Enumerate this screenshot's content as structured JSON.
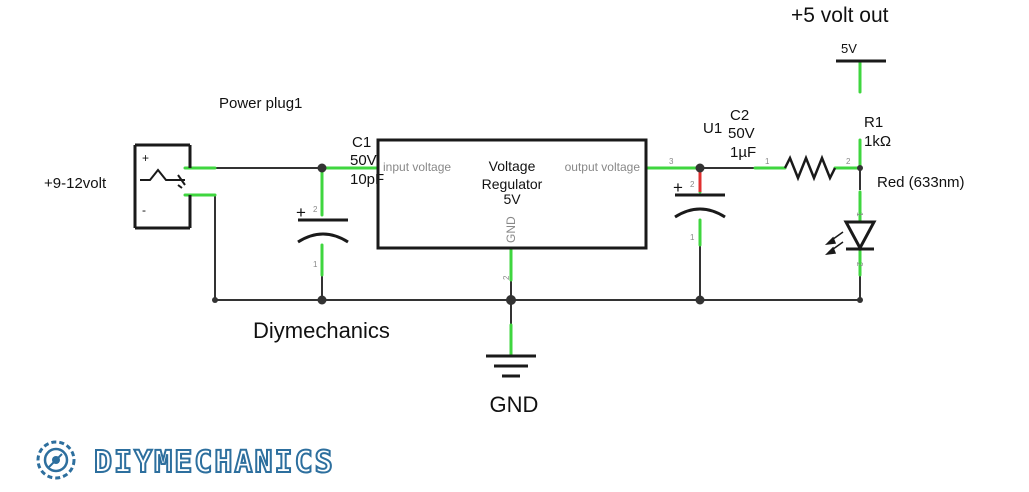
{
  "power_jack": {
    "name": "Power plug1",
    "input_voltage": "+9-12volt",
    "plus": "+",
    "minus": "-"
  },
  "c1": {
    "name": "C1",
    "voltage": "50V",
    "capacitance": "10pF",
    "polarity": "+",
    "pin1": "1",
    "pin2": "2"
  },
  "regulator": {
    "title_line1": "Voltage",
    "title_line2": "Regulator",
    "title_line3": "5V",
    "input_pin": "input voltage",
    "output_pin": "output voltage",
    "gnd_pin": "GND",
    "out_pin_number": "3",
    "gnd_pin_number": "2"
  },
  "c2": {
    "name": "C2",
    "designator_u": "U1",
    "voltage": "50V",
    "capacitance": "1µF",
    "polarity": "+",
    "pin1": "1",
    "pin2": "2"
  },
  "r1": {
    "name": "R1",
    "value": "1kΩ",
    "pin1": "1",
    "pin2": "2"
  },
  "led": {
    "label": "Red (633nm)",
    "pin1": "1",
    "pin2": "2"
  },
  "output": {
    "title": "+5 volt out",
    "rail_label": "5V"
  },
  "ground": {
    "label": "GND"
  },
  "credit": "Diymechanics",
  "logo": {
    "text": "DIYMECHANICS",
    "color": "#2d6f9e"
  },
  "colors": {
    "wire": "#333333",
    "lead": "#3fd63f",
    "polarity_mark": "#e03030"
  }
}
